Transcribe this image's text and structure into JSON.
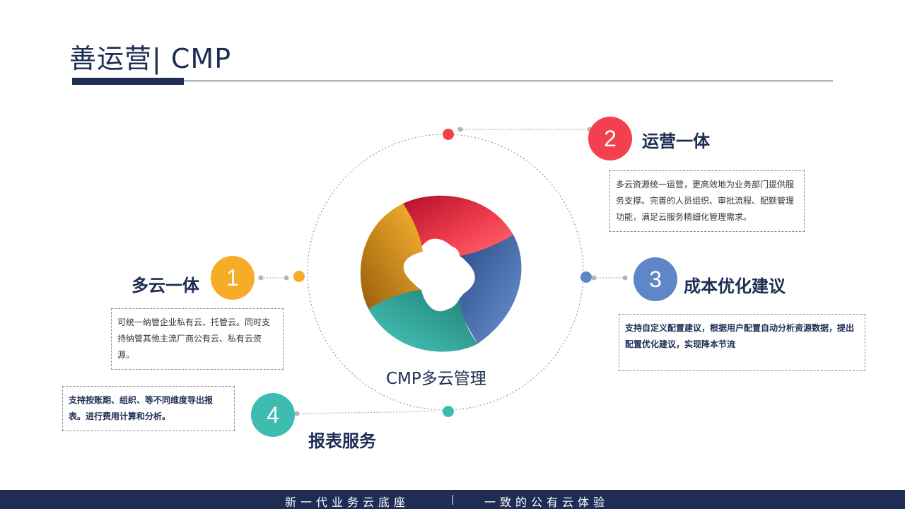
{
  "header": {
    "title": "善运营| CMP"
  },
  "center": {
    "label": "CMP多云管理"
  },
  "items": [
    {
      "number": "1",
      "title": "多云一体",
      "color": "#f7ac28",
      "desc": "可统一纳管企业私有云、托管云。同时支持纳管其他主流厂商公有云、私有云资源。"
    },
    {
      "number": "2",
      "title": "运营一体",
      "color": "#f2404f",
      "desc": "多云资源统一运营，更高效地为业务部门提供服务支撑。完善的人员组织、审批流程、配额管理功能，满足云服务精细化管理需求。"
    },
    {
      "number": "3",
      "title": "成本优化建议",
      "color": "#5f86c6",
      "desc": "支持自定义配置建议，根据用户配置自动分析资源数据，提出配置优化建议，实现降本节流"
    },
    {
      "number": "4",
      "title": "报表服务",
      "color": "#3fbcb0",
      "desc": "支持按账期、组织、等不同维度导出报表。进行费用计算和分析。"
    }
  ],
  "footer": {
    "left": "新一代业务云底座",
    "right": "一致的公有云体验"
  }
}
